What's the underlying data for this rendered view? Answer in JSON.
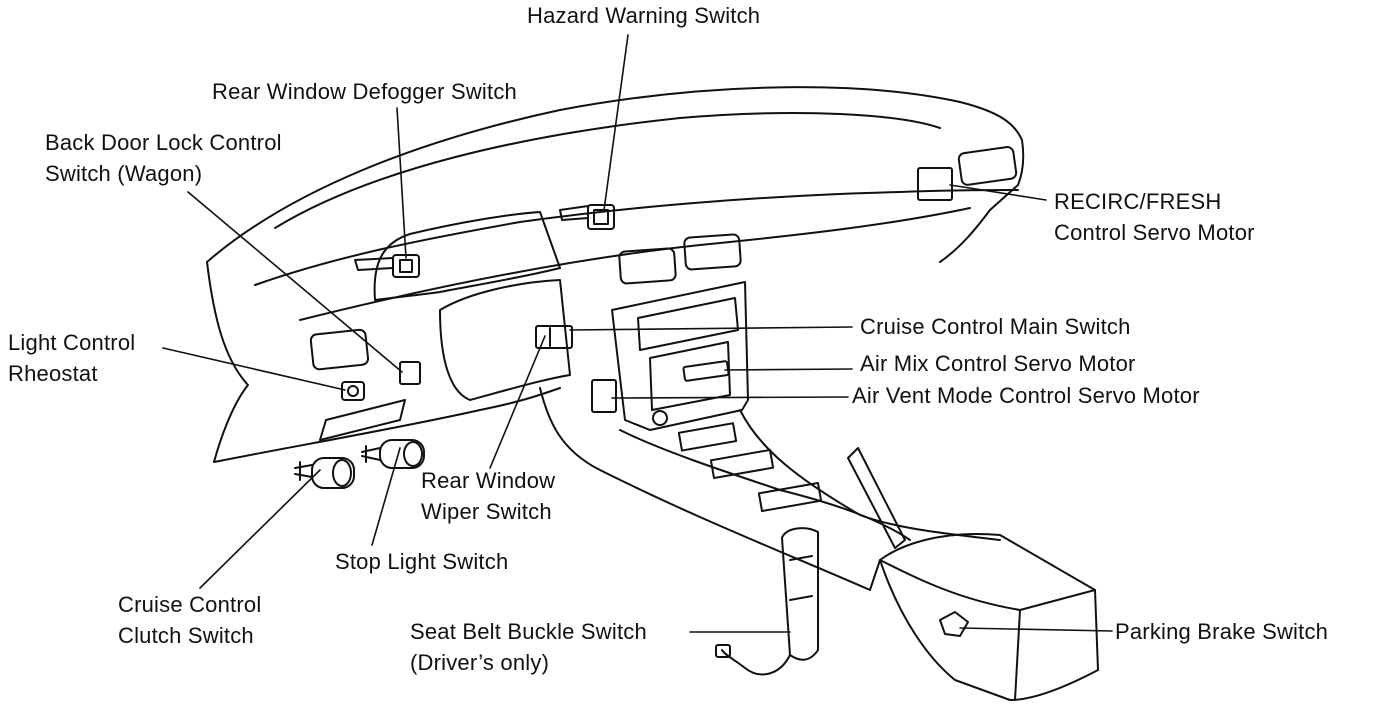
{
  "labels": {
    "hazard": [
      "Hazard Warning Switch"
    ],
    "rear_defogger": [
      "Rear Window Defogger Switch"
    ],
    "back_door": [
      "Back Door Lock Control",
      "Switch (Wagon)"
    ],
    "recirc": [
      "RECIRC/FRESH",
      "Control Servo Motor"
    ],
    "light_control": [
      "Light Control",
      "Rheostat"
    ],
    "cruise_main": [
      "Cruise Control Main Switch"
    ],
    "air_mix": [
      "Air Mix Control Servo Motor"
    ],
    "air_vent": [
      "Air Vent Mode Control Servo Motor"
    ],
    "rear_wiper": [
      "Rear Window",
      "Wiper Switch"
    ],
    "stop_light": [
      "Stop Light Switch"
    ],
    "cruise_clutch": [
      "Cruise Control",
      "Clutch Switch"
    ],
    "seat_belt": [
      "Seat Belt Buckle Switch",
      "(Driver’s only)"
    ],
    "parking_brake": [
      "Parking Brake Switch"
    ]
  }
}
